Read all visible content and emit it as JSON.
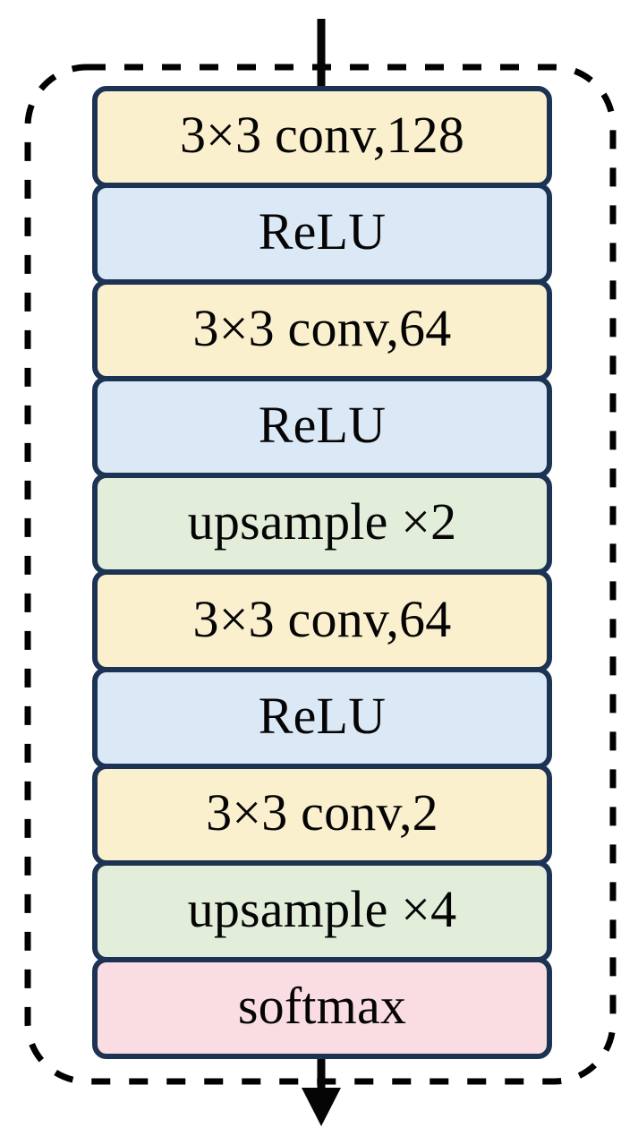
{
  "diagram": {
    "title": "decoder-head-block",
    "colors": {
      "conv_fill": "#fbf0cd",
      "relu_fill": "#dbe8f6",
      "upsample_fill": "#e2edda",
      "softmax_fill": "#fadde2",
      "box_stroke": "#1d3354",
      "dashed_stroke": "#000000",
      "arrow_stroke": "#050505",
      "background": "#ffffff"
    },
    "container": {
      "style": "dashed-rounded-rectangle",
      "label": ""
    },
    "input_arrow": {
      "name": "input-arrow",
      "direction": "down",
      "has_head": false
    },
    "output_arrow": {
      "name": "output-arrow",
      "direction": "down",
      "has_head": true
    },
    "layers": [
      {
        "label": "3×3 conv,128",
        "kind": "conv",
        "fill": "#fbf0cd"
      },
      {
        "label": "ReLU",
        "kind": "relu",
        "fill": "#dbe8f6"
      },
      {
        "label": "3×3 conv,64",
        "kind": "conv",
        "fill": "#fbf0cd"
      },
      {
        "label": "ReLU",
        "kind": "relu",
        "fill": "#dbe8f6"
      },
      {
        "label": "upsample ×2",
        "kind": "upsample",
        "fill": "#e2edda"
      },
      {
        "label": "3×3 conv,64",
        "kind": "conv",
        "fill": "#fbf0cd"
      },
      {
        "label": "ReLU",
        "kind": "relu",
        "fill": "#dbe8f6"
      },
      {
        "label": "3×3 conv,2",
        "kind": "conv",
        "fill": "#fbf0cd"
      },
      {
        "label": "upsample ×4",
        "kind": "upsample",
        "fill": "#e2edda"
      },
      {
        "label": "softmax",
        "kind": "softmax",
        "fill": "#fadde2"
      }
    ]
  }
}
